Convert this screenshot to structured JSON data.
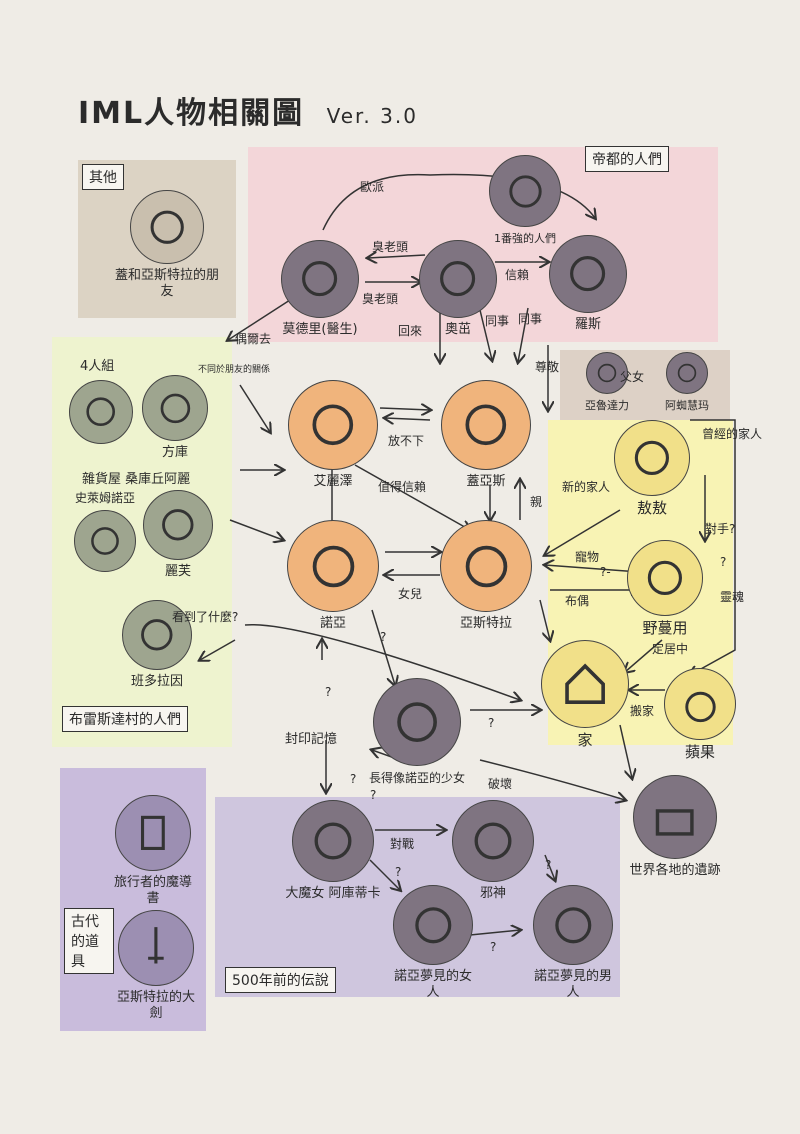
{
  "title": "IML人物相關圖",
  "version": "Ver. 3.0",
  "colors": {
    "zone_empire": "#f3d6d9",
    "zone_village": "#eef3cf",
    "zone_home": "#f8f3b4",
    "zone_legend": "#cfc6de",
    "zone_ancient": "#c9bcdc",
    "zone_other": "#dcd3c4",
    "zone_family": "#ddd1c6",
    "avatar_gray": "#7f7481",
    "avatar_orange": "#f0b47c",
    "avatar_yellow": "#f1e089",
    "avatar_green": "#9ea58f",
    "avatar_purple": "#9c8fb2",
    "avatar_light": "#c9bfae"
  },
  "groups": {
    "empire": "帝都的人們",
    "village": "布雷斯達村的人們",
    "legend": "500年前的伝說",
    "ancient": "古代的道具",
    "other": "其他",
    "four": "4人組",
    "shop": "雜貨屋 桑庫丘阿麗"
  },
  "nodes": {
    "friend": "蓋和亞斯特拉的朋友",
    "mob1": "1番強的人們",
    "modeli": "莫德里(醫生)",
    "aomiao": "奧茁",
    "luosi": "羅斯",
    "father": "亞魯達力",
    "daughter": "阿蜘慧玛",
    "fangku": "方庫",
    "shilai": "史萊姆諾亞",
    "lifu": "麗芙",
    "ailili": "艾麗澤",
    "gaiyasi": "蓋亞斯",
    "nuoya": "諾亞",
    "yasitela": "亞斯特拉",
    "aoao": "敖敖",
    "yemanyong": "野蔓用",
    "bandola": "班多拉因",
    "hooded": "長得像諾亞的少女",
    "home": "家",
    "apple": "蘋果",
    "ruins": "世界各地的遺跡",
    "grimoire": "旅行者的魔導書",
    "sword": "亞斯特拉的大劍",
    "witch": "大魔女 阿庫蒂卡",
    "evilgod": "邪神",
    "woman": "諾亞夢見的女人",
    "man": "諾亞夢見的男人"
  },
  "edge_labels": {
    "faction": "歐派",
    "old1": "臭老頭",
    "old2": "臭老頭",
    "trust": "信賴",
    "colleague1": "同事",
    "colleague2": "同事",
    "respect": "尊敬",
    "return": "回來",
    "often": "偶爾去",
    "notfour": "不同於朋友的關係",
    "father_daughter": "父女",
    "bad_family": "曾經的家人",
    "cantlet": "放不下",
    "faith": "值得信賴",
    "parent": "親",
    "newfamily": "新的家人",
    "pet": "寵物",
    "partner": "布偶",
    "rival": "對手?",
    "soul": "靈魂",
    "settle": "定居中",
    "move": "搬家",
    "daughter2": "女兒",
    "seen": "看到了什麼?",
    "seal": "封印記憶",
    "destroy": "破壞",
    "fight": "對戰",
    "q1": "?",
    "q2": "?",
    "q3": "?",
    "q4": "?",
    "q5": "?",
    "q6": "?",
    "q7": "?",
    "q8": "?",
    "q9": "?",
    "q10": "?-"
  }
}
